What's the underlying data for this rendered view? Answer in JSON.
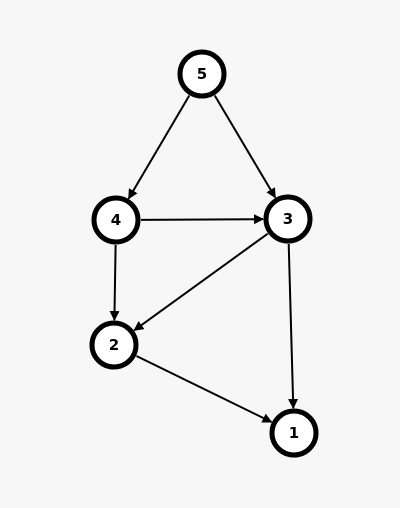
{
  "graph": {
    "nodes": [
      {
        "id": "5",
        "label": "5"
      },
      {
        "id": "4",
        "label": "4"
      },
      {
        "id": "3",
        "label": "3"
      },
      {
        "id": "2",
        "label": "2"
      },
      {
        "id": "1",
        "label": "1"
      }
    ],
    "edges": [
      {
        "from": "5",
        "to": "4"
      },
      {
        "from": "5",
        "to": "3"
      },
      {
        "from": "4",
        "to": "3"
      },
      {
        "from": "4",
        "to": "2"
      },
      {
        "from": "3",
        "to": "2"
      },
      {
        "from": "3",
        "to": "1"
      },
      {
        "from": "2",
        "to": "1"
      }
    ]
  },
  "colors": {
    "background": "#f7f7f7",
    "node_fill": "#ffffff",
    "stroke": "#000000"
  }
}
